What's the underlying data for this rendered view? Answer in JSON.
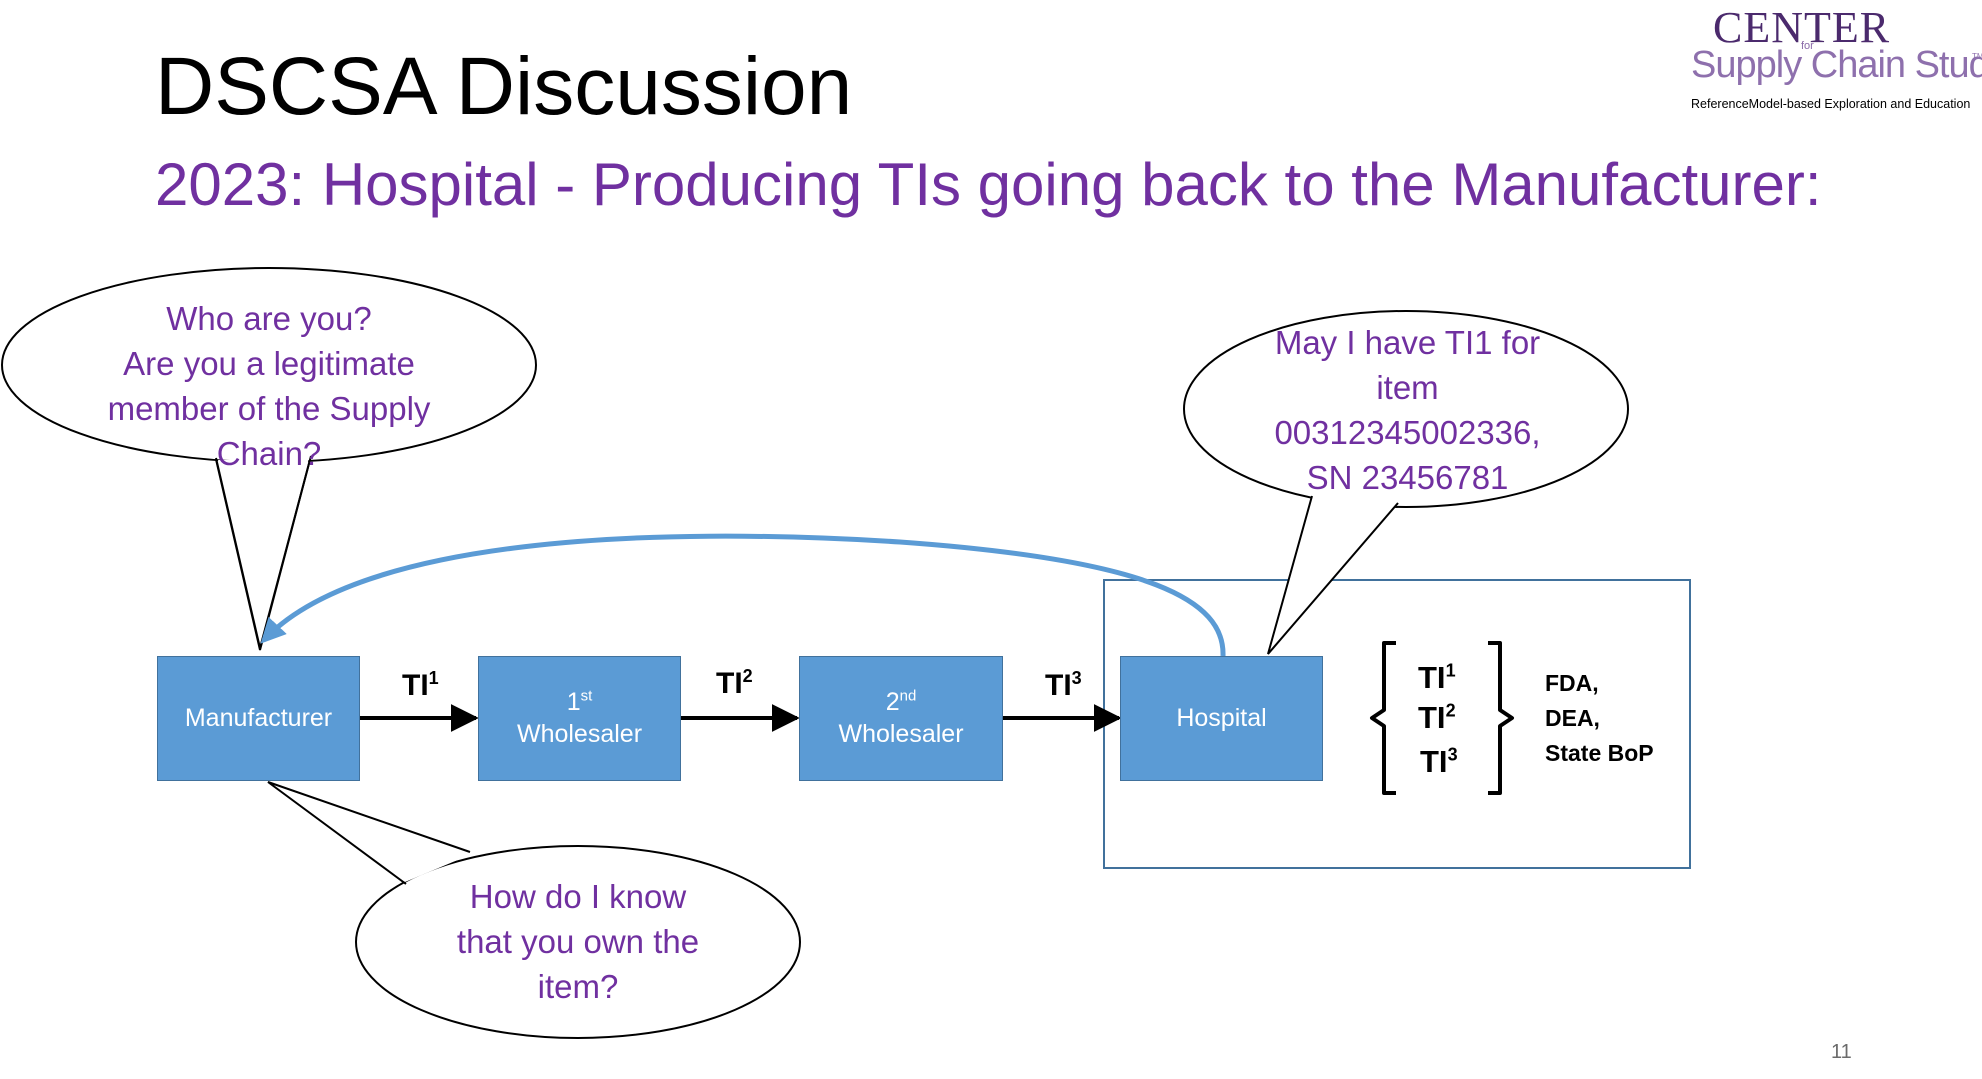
{
  "title": "DSCSA Discussion",
  "subtitle": "2023: Hospital - Producing TIs going back to the Manufacturer:",
  "logo": {
    "center": "CENTER",
    "for": "for",
    "name": "Supply Chain Studies",
    "tm": "TM",
    "tagline": "ReferenceModel-based Exploration and Education"
  },
  "boxes": {
    "manufacturer": "Manufacturer",
    "wholesaler1": {
      "ordinal": "1",
      "suffix": "st",
      "label": "Wholesaler"
    },
    "wholesaler2": {
      "ordinal": "2",
      "suffix": "nd",
      "label": "Wholesaler"
    },
    "hospital": "Hospital"
  },
  "ti_labels": [
    {
      "base": "TI",
      "sup": "1"
    },
    {
      "base": "TI",
      "sup": "2"
    },
    {
      "base": "TI",
      "sup": "3"
    }
  ],
  "bubbles": {
    "who": [
      "Who are you?",
      "Are you a legitimate",
      "member of the Supply",
      "Chain?"
    ],
    "may_i": [
      "May I have TI1 for",
      "item",
      "00312345002336,",
      "SN 23456781"
    ],
    "how": [
      "How do I know",
      "that you own the",
      "item?"
    ]
  },
  "agencies": [
    "FDA,",
    "DEA,",
    "State BoP"
  ],
  "page_number": "11",
  "colors": {
    "box_fill": "#5b9bd5",
    "box_border": "#41719c",
    "return_arrow": "#5b9bd5",
    "bubble_text": "#7030a0",
    "subtitle": "#7030a0"
  }
}
